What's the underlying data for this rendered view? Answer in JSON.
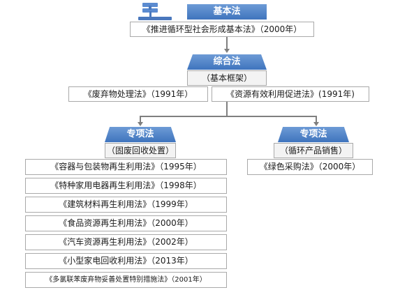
{
  "basic_law": {
    "header": "基本法",
    "law": "《推进循环型社会形成基本法》（2000年）"
  },
  "framework": {
    "header": "综合法",
    "subtitle": "（基本框架）",
    "laws": [
      "《废弃物处理法》（1991年）",
      "《资源有效利用促进法》(1991年)"
    ]
  },
  "special_left": {
    "header": "专项法",
    "subtitle": "（固废回收处置）",
    "laws": [
      "《容器与包装物再生利用法》（1995年）",
      "《特种家用电器再生利用法》（1998年）",
      "《建筑材料再生利用法》（1999年）",
      "《食品资源再生利用法》（2000年）",
      "《汽车资源再生利用法》（2002年）",
      "《小型家电回收利用法》（2013年）",
      "《多氯联苯废弃物妥善处置特别措施法》（2001年）"
    ]
  },
  "special_right": {
    "header": "专项法",
    "subtitle": "（循环产品销售）",
    "laws": [
      "《绿色采购法》（2000年）"
    ]
  },
  "icons": {
    "gavel": "gavel-icon"
  },
  "colors": {
    "header_top": "#6d9bd6",
    "header_bottom": "#3f74bd",
    "border": "#a9a9a9",
    "connector": "#7f7f7f"
  }
}
